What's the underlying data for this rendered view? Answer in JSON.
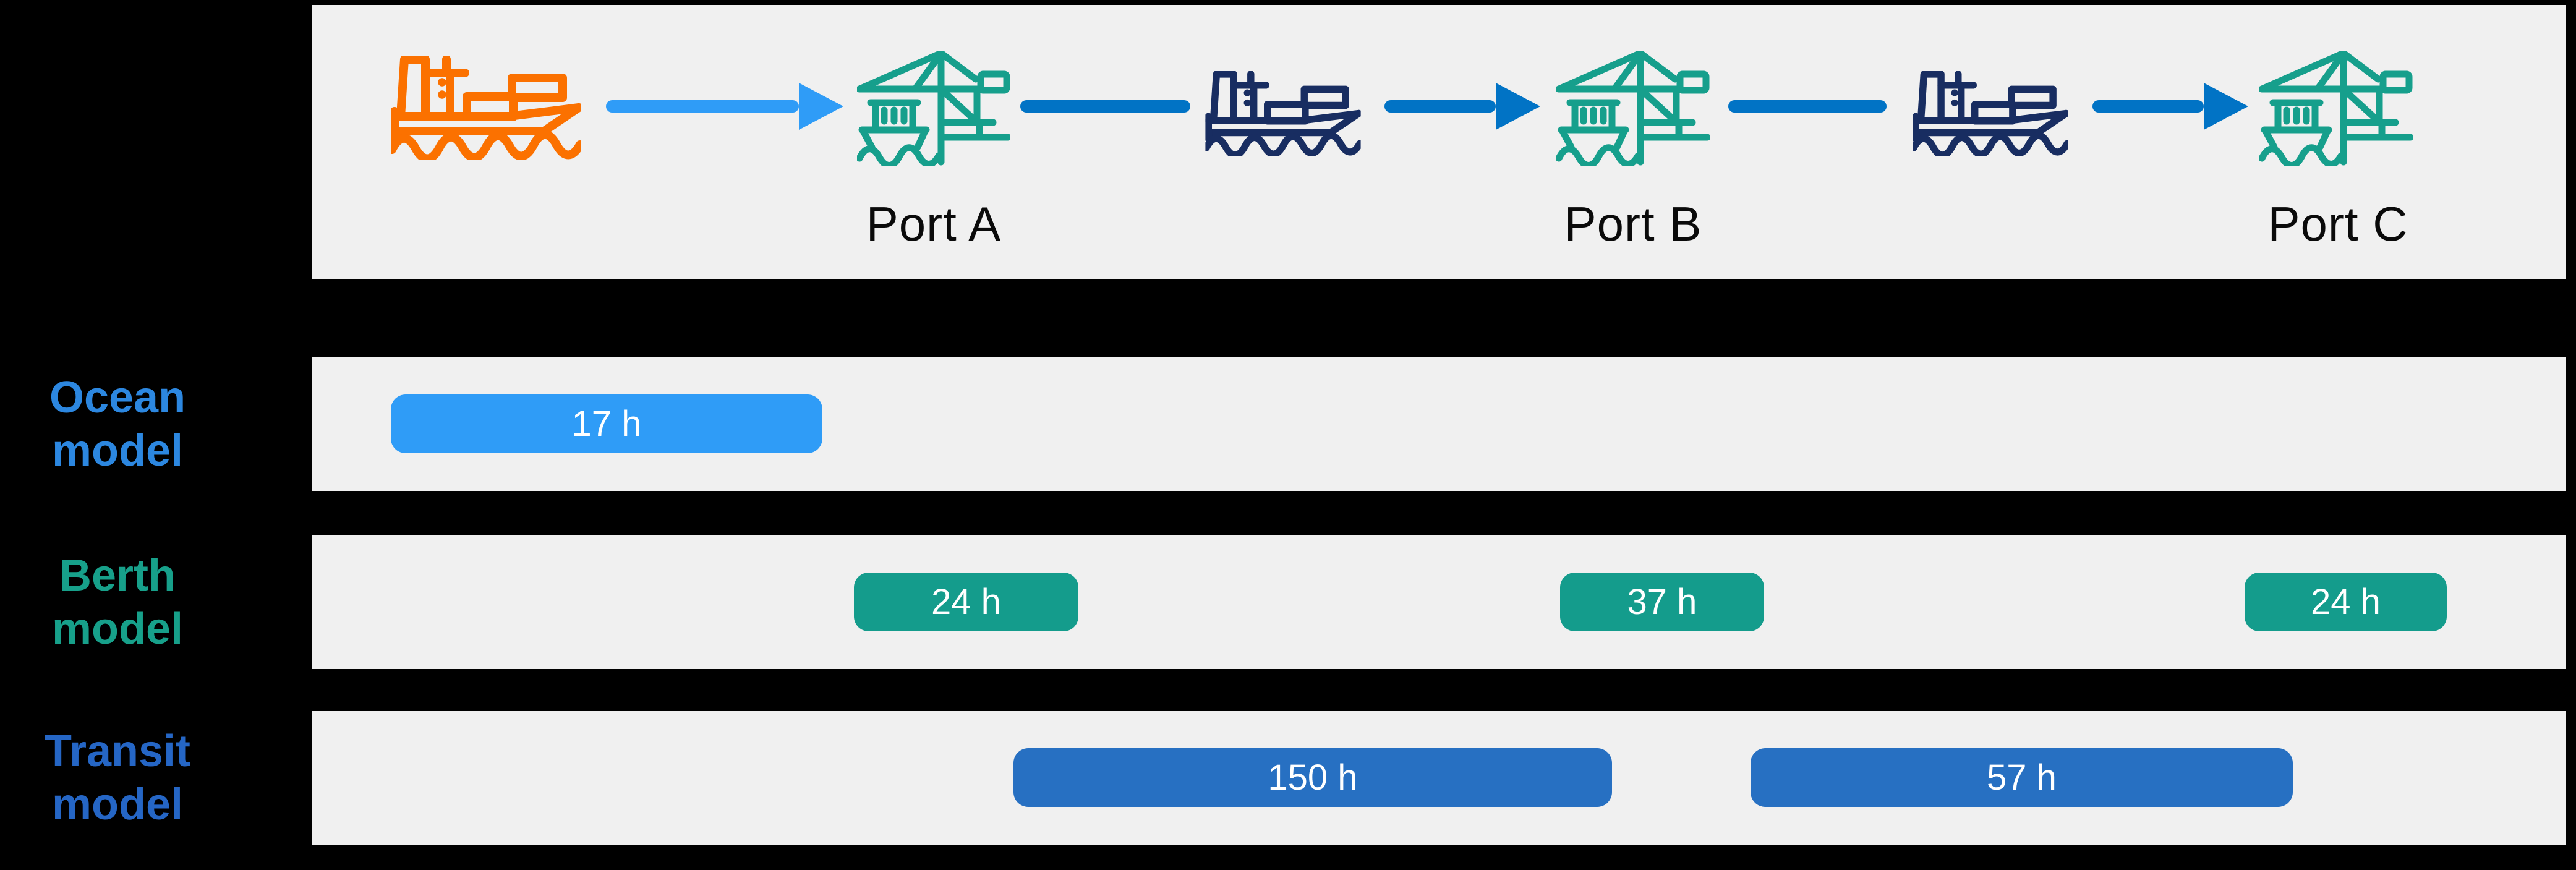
{
  "header": {
    "ports": [
      "Port A",
      "Port B",
      "Port C"
    ],
    "icons": {
      "origin_ship": "cargo-ship-icon",
      "port_crane": "container-crane-icon",
      "transit_ship": "cargo-ship-icon",
      "flow_arrow": "arrow-right-icon"
    }
  },
  "rows": [
    {
      "label_lines": [
        "Ocean",
        "model"
      ],
      "label_color": "#2c87e0",
      "bar_color": "#2f9cf7",
      "bars": [
        {
          "label": "17 h",
          "hours": 17
        }
      ]
    },
    {
      "label_lines": [
        "Berth",
        "model"
      ],
      "label_color": "#17a08a",
      "bar_color": "#149c8c",
      "bars": [
        {
          "label": "24 h",
          "hours": 24
        },
        {
          "label": "37 h",
          "hours": 37
        },
        {
          "label": "24 h",
          "hours": 24
        }
      ]
    },
    {
      "label_lines": [
        "Transit",
        "model"
      ],
      "label_color": "#2566c5",
      "bar_color": "#2770c2",
      "bars": [
        {
          "label": "150 h",
          "hours": 150
        },
        {
          "label": "57 h",
          "hours": 57
        }
      ]
    }
  ],
  "colors": {
    "background": "#000000",
    "panel": "#f0f0f0",
    "origin_ship": "#fb7100",
    "transit_ship": "#182d61",
    "crane": "#169f8c",
    "first_arrow": "#2f9cf7",
    "other_arrows": "#0173c5",
    "port_label_text": "#0a0a0a",
    "bar_text": "#ffffff"
  },
  "chart_data": {
    "type": "bar",
    "title": "",
    "rows": [
      "Ocean model",
      "Berth model",
      "Transit model"
    ],
    "series": [
      {
        "name": "Ocean model",
        "labels": [
          "17 h"
        ],
        "values": [
          17
        ]
      },
      {
        "name": "Berth model",
        "labels": [
          "24 h",
          "37 h",
          "24 h"
        ],
        "values": [
          24,
          37,
          24
        ]
      },
      {
        "name": "Transit model",
        "labels": [
          "150 h",
          "57 h"
        ],
        "values": [
          150,
          57
        ]
      }
    ],
    "unit": "hours",
    "layout": "gantt-style timeline under a port-to-port voyage flow (ship → Port A → ship → Port B → ship → Port C)"
  }
}
